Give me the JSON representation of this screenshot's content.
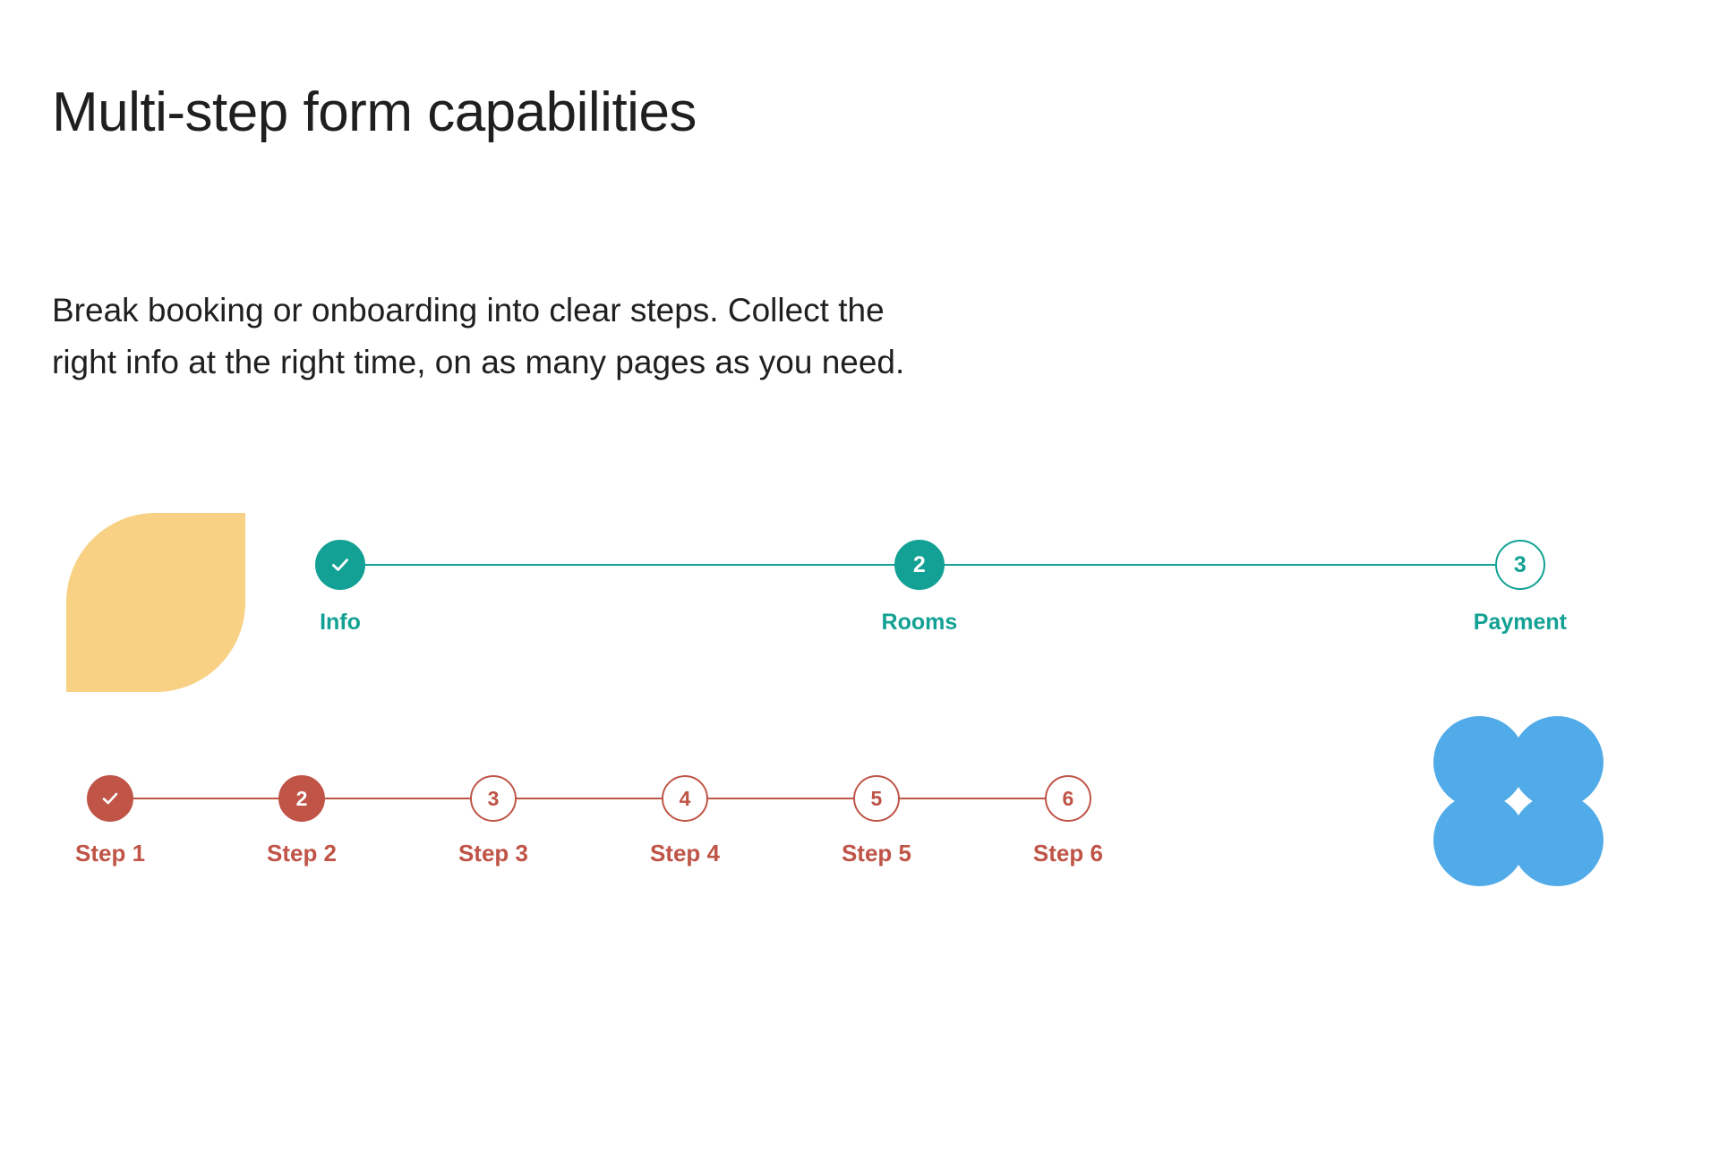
{
  "page": {
    "title": "Multi-step form capabilities",
    "paragraph_lines": [
      "Break booking or onboarding into clear steps. Collect the",
      "right info at the right time, on as many pages as you need."
    ]
  },
  "colors": {
    "teal": "#12A194",
    "red": "#BF5447",
    "yellow": "#F8D184",
    "blue": "#51ABE8",
    "text": "#1F1F1F",
    "background": "#FFFFFF"
  },
  "decorations": [
    {
      "name": "leaf-shape",
      "color": "#F8D184"
    },
    {
      "name": "clover-shape",
      "color": "#51ABE8"
    }
  ],
  "steppers": [
    {
      "name": "booking-stepper",
      "accent": "#12A194",
      "steps": [
        {
          "marker": "✓",
          "label": "Info",
          "state": "completed"
        },
        {
          "marker": "2",
          "label": "Rooms",
          "state": "current"
        },
        {
          "marker": "3",
          "label": "Payment",
          "state": "upcoming"
        }
      ]
    },
    {
      "name": "generic-stepper",
      "accent": "#BF5447",
      "steps": [
        {
          "marker": "✓",
          "label": "Step 1",
          "state": "completed"
        },
        {
          "marker": "2",
          "label": "Step 2",
          "state": "current"
        },
        {
          "marker": "3",
          "label": "Step 3",
          "state": "upcoming"
        },
        {
          "marker": "4",
          "label": "Step 4",
          "state": "upcoming"
        },
        {
          "marker": "5",
          "label": "Step 5",
          "state": "upcoming"
        },
        {
          "marker": "6",
          "label": "Step 6",
          "state": "upcoming"
        }
      ]
    }
  ]
}
